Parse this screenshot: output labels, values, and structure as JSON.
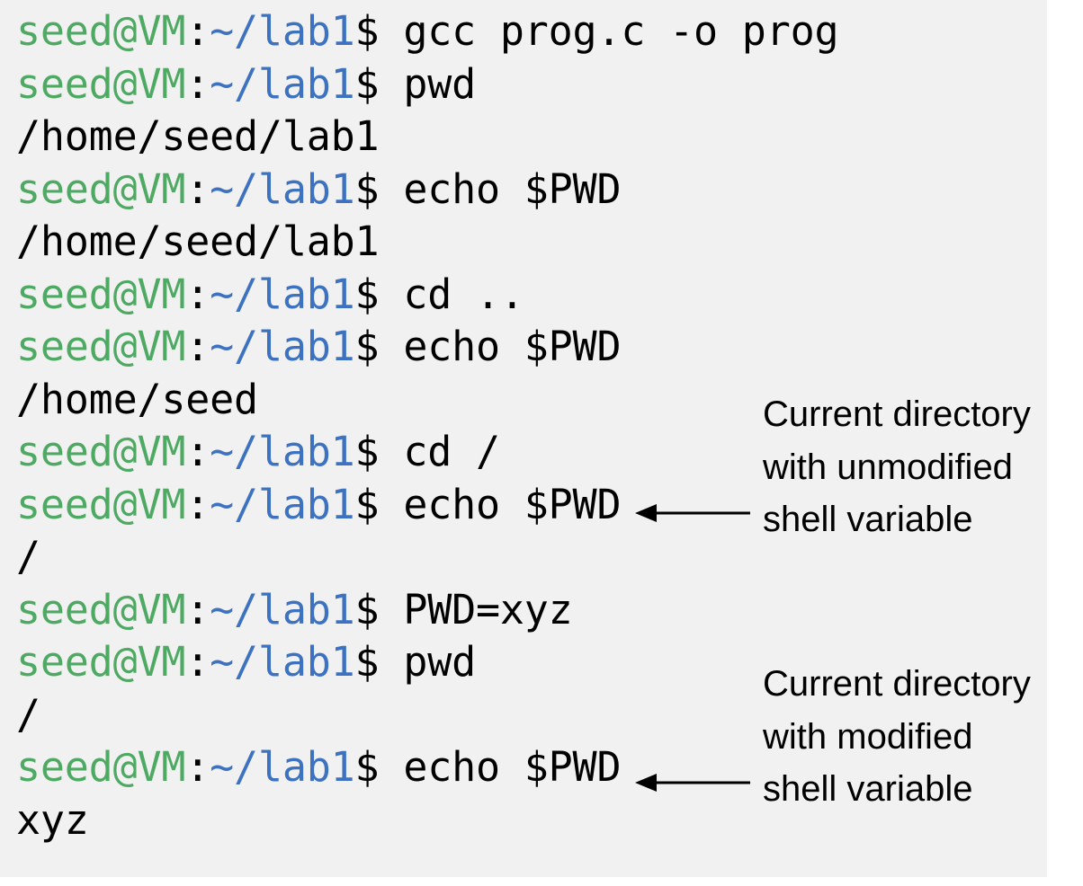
{
  "background": {
    "panel_color": "#f1f1f1",
    "page_color": "#ffffff"
  },
  "terminal": {
    "prompt": {
      "user_host": "seed@VM",
      "separator": ":",
      "path": "~/lab1",
      "sigil": "$",
      "user_host_color": "#4ea963",
      "path_color": "#3c72c0",
      "text_color": "#000000"
    },
    "lines": [
      {
        "type": "prompt",
        "command": " gcc prog.c -o prog"
      },
      {
        "type": "prompt",
        "command": " pwd"
      },
      {
        "type": "output",
        "text": "/home/seed/lab1"
      },
      {
        "type": "prompt",
        "command": " echo $PWD"
      },
      {
        "type": "output",
        "text": "/home/seed/lab1"
      },
      {
        "type": "prompt",
        "command": " cd .."
      },
      {
        "type": "prompt",
        "command": " echo $PWD"
      },
      {
        "type": "output",
        "text": "/home/seed"
      },
      {
        "type": "prompt",
        "command": " cd /"
      },
      {
        "type": "prompt",
        "command": " echo $PWD"
      },
      {
        "type": "output",
        "text": "/"
      },
      {
        "type": "prompt",
        "command": " PWD=xyz"
      },
      {
        "type": "prompt",
        "command": " pwd"
      },
      {
        "type": "output",
        "text": "/"
      },
      {
        "type": "prompt",
        "command": " echo $PWD"
      },
      {
        "type": "output",
        "text": "xyz"
      }
    ]
  },
  "annotations": [
    {
      "text": "Current directory with unmodified shell variable",
      "arrow": "left-arrow"
    },
    {
      "text": "Current directory with modified shell variable",
      "arrow": "left-arrow"
    }
  ]
}
